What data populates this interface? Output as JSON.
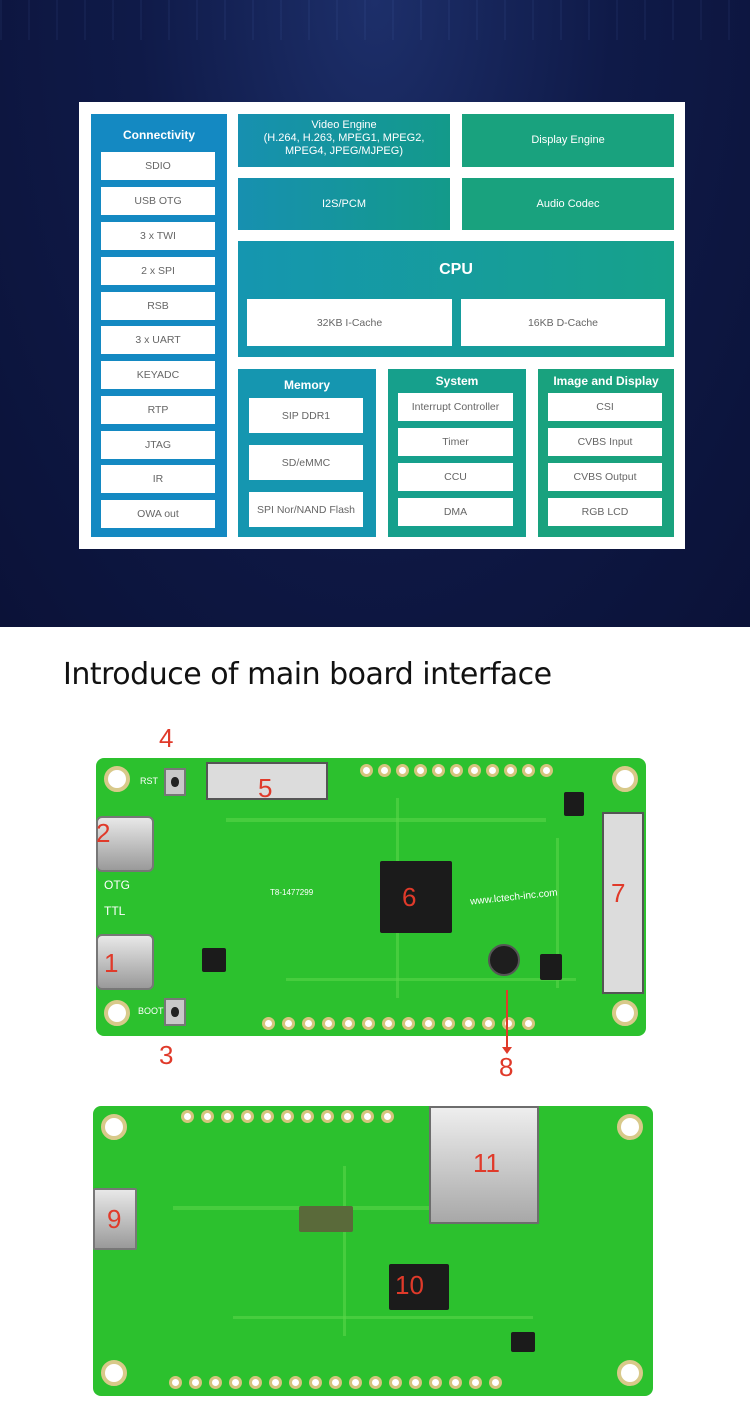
{
  "diagram": {
    "connectivity": {
      "title": "Connectivity",
      "items": [
        "SDIO",
        "USB OTG",
        "3 x TWI",
        "2 x SPI",
        "RSB",
        "3 x UART",
        "KEYADC",
        "RTP",
        "JTAG",
        "IR",
        "OWA out"
      ]
    },
    "video_engine": {
      "title": "Video Engine",
      "line1": "(H.264, H.263, MPEG1, MPEG2,",
      "line2": "MPEG4, JPEG/MJPEG)"
    },
    "display_engine": "Display Engine",
    "i2s": "I2S/PCM",
    "audio_codec": "Audio Codec",
    "cpu": {
      "title": "CPU",
      "icache": "32KB I-Cache",
      "dcache": "16KB D-Cache"
    },
    "memory": {
      "title": "Memory",
      "items": [
        "SIP DDR1",
        "SD/eMMC",
        "SPI Nor/NAND Flash"
      ]
    },
    "system": {
      "title": "System",
      "items": [
        "Interrupt Controller",
        "Timer",
        "CCU",
        "DMA"
      ]
    },
    "image_display": {
      "title": "Image and Display",
      "items": [
        "CSI",
        "CVBS Input",
        "CVBS Output",
        "RGB LCD"
      ]
    }
  },
  "section_title": "Introduce of main board interface",
  "front_board": {
    "callouts": [
      "1",
      "2",
      "3",
      "4",
      "5",
      "6",
      "7",
      "8"
    ],
    "silkscreen": {
      "otg": "OTG",
      "ttl": "TTL",
      "rst": "RST",
      "boot": "BOOT",
      "url": "www.lctech-inc.com",
      "part": "T8-1477299"
    }
  },
  "back_board": {
    "callouts": [
      "9",
      "10",
      "11"
    ]
  }
}
